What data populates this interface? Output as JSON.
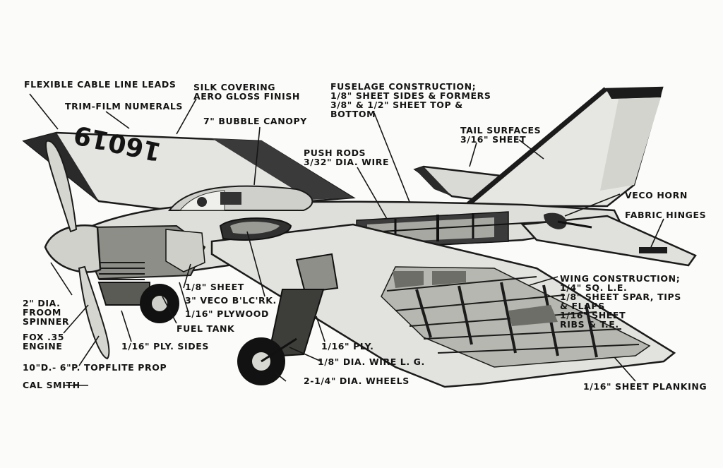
{
  "aircraft": {
    "registration": "16019"
  },
  "labels": {
    "cable": "FLEXIBLE CABLE LINE LEADS",
    "trim": "TRIM-FILM NUMERALS",
    "silk": "SILK COVERING\nAERO GLOSS FINISH",
    "canopy": "7\" BUBBLE CANOPY",
    "fuselage": "FUSELAGE CONSTRUCTION;\n1/8\" SHEET SIDES & FORMERS\n3/8\" & 1/2\" SHEET TOP &\nBOTTOM",
    "tail": "TAIL SURFACES\n3/16\" SHEET",
    "pushrods": "PUSH RODS\n3/32\" DIA. WIRE",
    "horn": "VECO HORN",
    "hinges": "FABRIC HINGES",
    "wing": "WING CONSTRUCTION;\n1/4\" SQ. L.E.\n1/8\" SHEET SPAR, TIPS\n& FLAPS\n1/16\" SHEET\nRIBS & T.E.",
    "spinner": "2\" DIA.\nFROOM\nSPINNER",
    "engine": "FOX .35\nENGINE",
    "prop": "10\"D.- 6\"P. TOPFLITE PROP",
    "sheet18": "1/8\" SHEET",
    "blcrk": "3\" VECO B'LC'RK.",
    "plywood": "1/16\" PLYWOOD",
    "fueltank": "FUEL TANK",
    "sides": "1/16\" PLY. SIDES",
    "ply": "1/16\" PLY.",
    "wirelg": "1/8\" DIA. WIRE L. G.",
    "wheels": "2-1/4\" DIA. WHEELS",
    "planking": "1/16\" SHEET PLANKING",
    "credit": "CAL SMITH"
  }
}
